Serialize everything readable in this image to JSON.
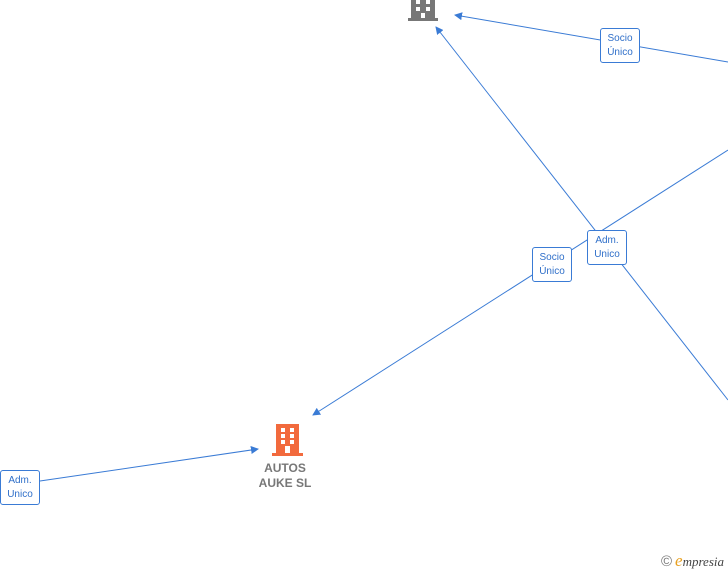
{
  "colors": {
    "edge": "#3a7bd5",
    "edge_label_text": "#2f6fc9",
    "company_main": "#f26a3d",
    "company_other": "#777777",
    "company_label": "#777777"
  },
  "nodes": {
    "top_company": {
      "icon": "building-icon",
      "color": "#777777"
    },
    "main_company": {
      "icon": "building-icon",
      "color": "#f26a3d",
      "label_line1": "AUTOS",
      "label_line2": "AUKE  SL"
    }
  },
  "edge_labels": {
    "top_socio": {
      "line1": "Socio",
      "line2": "Único"
    },
    "middle_adm": {
      "line1": "Adm.",
      "line2": "Unico"
    },
    "middle_socio": {
      "line1": "Socio",
      "line2": "Único"
    },
    "left_adm": {
      "line1": "Adm.",
      "line2": "Unico"
    }
  },
  "watermark": {
    "copyright": "©",
    "brand_initial": "e",
    "brand_rest": "mpresia"
  }
}
